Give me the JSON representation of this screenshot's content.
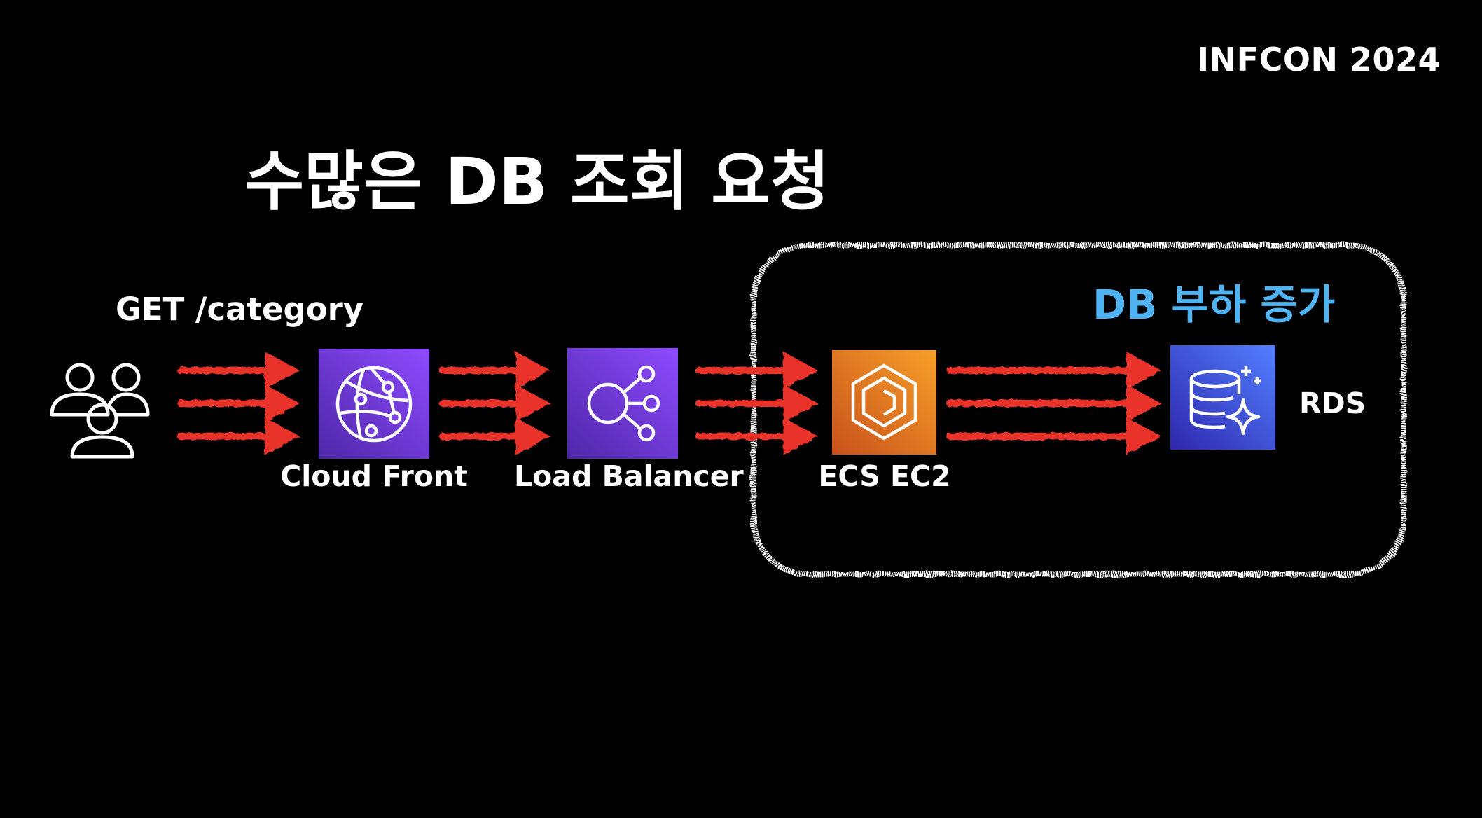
{
  "event_label": "INFCON 2024",
  "title": "수많은 DB 조회 요청",
  "request_label": "GET /category",
  "highlight_label": "DB 부하 증가",
  "nodes": {
    "users": "users-icon",
    "cloudfront": "Cloud Front",
    "load_balancer": "Load Balancer",
    "ecs": "ECS EC2",
    "rds": "RDS"
  },
  "colors": {
    "background": "#000000",
    "arrow": "#e8322b",
    "highlight_text": "#4fb3f2",
    "frame": "#ffffff",
    "network_service": "#8c4fff",
    "compute_service": "#f58f1e",
    "database_service": "#3f58f5"
  }
}
